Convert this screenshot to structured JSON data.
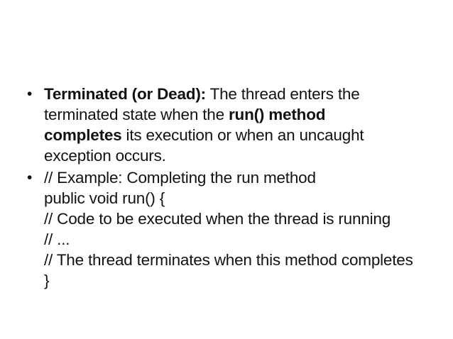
{
  "slide": {
    "background_color": "#ffffff",
    "text_color": "#121212",
    "bullet_glyph": "•",
    "bullets": [
      {
        "lines": [
          [
            {
              "text": "Terminated (or Dead):",
              "bold": true
            },
            {
              "text": " The thread enters the",
              "bold": false
            }
          ],
          [
            {
              "text": "terminated state when the ",
              "bold": false
            },
            {
              "text": "run() method",
              "bold": true
            }
          ],
          [
            {
              "text": "completes",
              "bold": true
            },
            {
              "text": " its execution or when an uncaught",
              "bold": false
            }
          ],
          [
            {
              "text": "exception occurs.",
              "bold": false
            }
          ]
        ]
      },
      {
        "lines": [
          [
            {
              "text": "// Example: Completing the run method",
              "bold": false
            }
          ],
          [
            {
              "text": "public void run() {",
              "bold": false
            }
          ],
          [
            {
              "text": "// Code to be executed when the thread is running",
              "bold": false
            }
          ],
          [
            {
              "text": "// ...",
              "bold": false
            }
          ],
          [
            {
              "text": "// The thread terminates when this method completes",
              "bold": false
            }
          ],
          [
            {
              "text": "}",
              "bold": false
            }
          ]
        ]
      }
    ]
  }
}
